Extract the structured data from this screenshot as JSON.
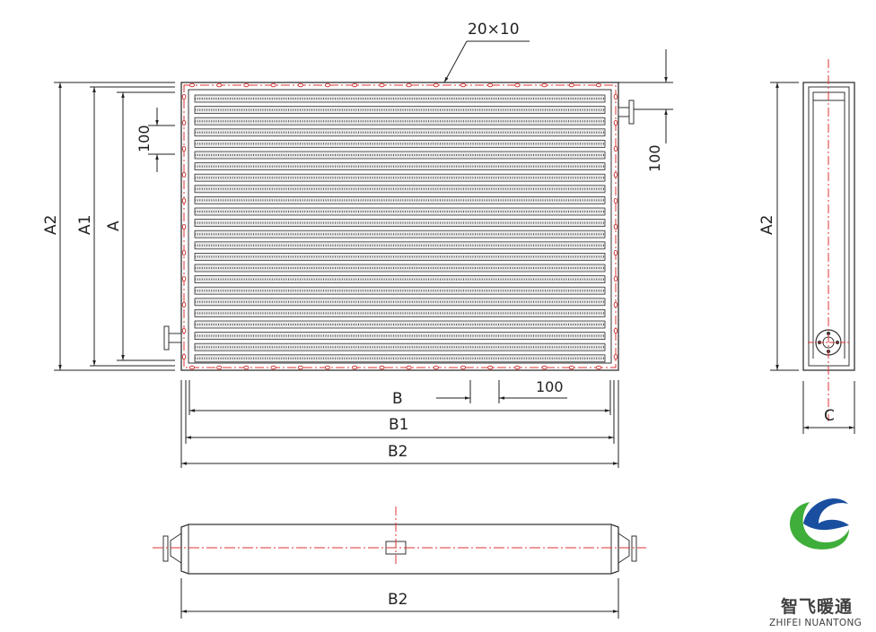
{
  "diagram": {
    "fin_spec": "20×10",
    "labels": {
      "A2": "A2",
      "A1": "A1",
      "A": "A",
      "B": "B",
      "B1": "B1",
      "B2": "B2",
      "C": "C",
      "pitch_100": "100"
    }
  },
  "logo": {
    "name_cn": "智飞暖通",
    "name_en": "ZHIFEI NUANTONG",
    "color_blue": "#1a4fa0",
    "color_green": "#3fae3a"
  }
}
